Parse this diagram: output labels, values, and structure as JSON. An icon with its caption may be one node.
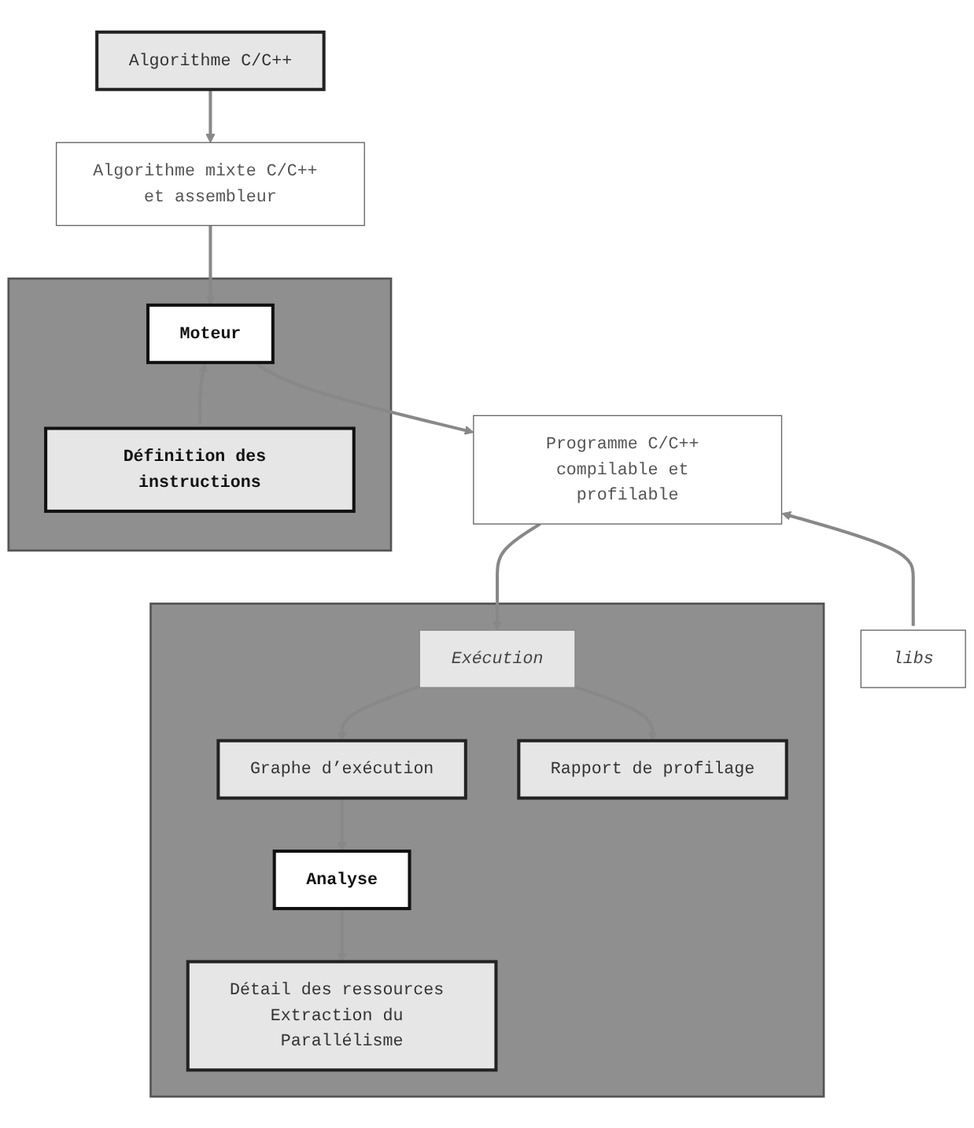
{
  "diagram": {
    "nodes": [
      {
        "text": [
          "Algorithme C/C++"
        ]
      },
      {
        "text": [
          "Algorithme mixte C/C++ et assembleur"
        ]
      },
      {
        "text": [],
        "shape": "box"
      },
      {
        "text": [
          "Moteur"
        ],
        "in": 2
      },
      {
        "text": [
          "Définition des instructions"
        ],
        "in": 2
      },
      {
        "text": [
          "Programme C/C++ compilable et profilable"
        ]
      },
      {
        "text": [
          "libs"
        ]
      },
      {
        "text": [],
        "shape": "box"
      },
      {
        "text": [
          "Exécution"
        ],
        "in": 7
      },
      {
        "text": [
          "Graphe d’exécution"
        ],
        "in": 7
      },
      {
        "text": [
          "Rapport de profilage"
        ],
        "in": 7
      },
      {
        "text": [
          "Analyse"
        ],
        "in": 7
      },
      {
        "text": [
          "Détail des ressources Extraction du Parallélisme"
        ],
        "in": 7
      }
    ],
    "edges": [
      {
        "from": 0,
        "to": 1,
        "arrow": "to"
      },
      {
        "from": 1,
        "to": 3,
        "arrow": "to"
      },
      {
        "from": 4,
        "to": 3,
        "arrow": "to"
      },
      {
        "from": 3,
        "to": 5,
        "arrow": "to"
      },
      {
        "from": 6,
        "to": 5,
        "arrow": "to"
      },
      {
        "from": 5,
        "to": 8,
        "arrow": "to"
      },
      {
        "from": 8,
        "to": 9,
        "arrow": "to"
      },
      {
        "from": 8,
        "to": 10,
        "arrow": "to"
      },
      {
        "from": 9,
        "to": 11,
        "arrow": "to"
      },
      {
        "from": 11,
        "to": 12,
        "arrow": "to"
      }
    ]
  }
}
